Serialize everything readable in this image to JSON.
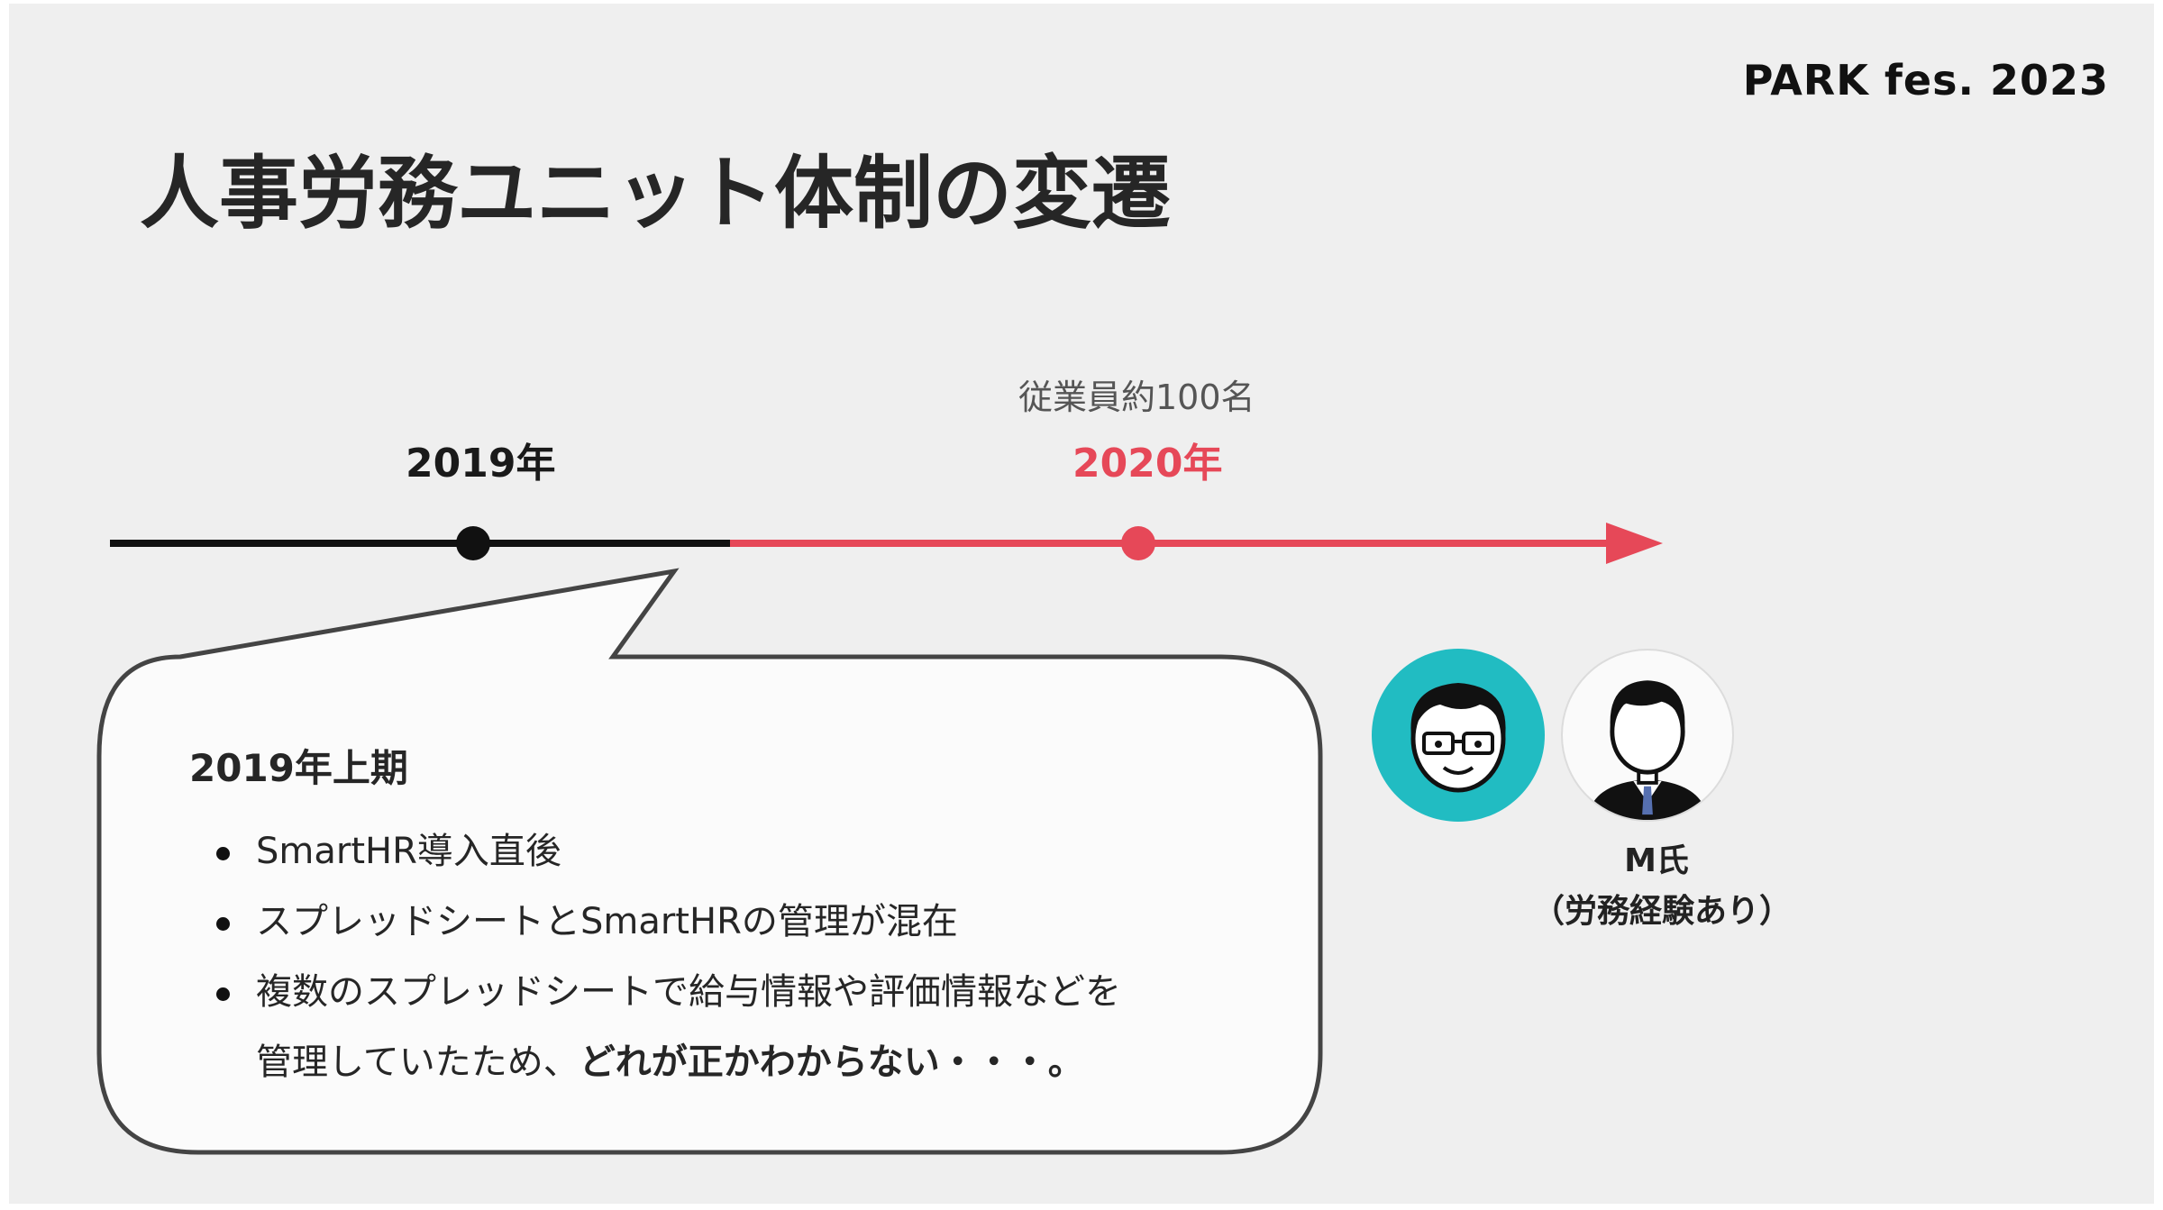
{
  "brand": "PARK fes. 2023",
  "title": "人事労務ユニット体制の変遷",
  "timeline": {
    "year_2019": "2019年",
    "year_2020": "2020年",
    "employees": "従業員約100名",
    "colors": {
      "past": "#111111",
      "present": "#e64858"
    }
  },
  "bubble": {
    "heading": "2019年上期",
    "bullets": [
      "SmartHR導入直後",
      "スプレッドシートとSmartHRの管理が混在",
      "複数のスプレッドシートで給与情報や評価情報などを"
    ],
    "last_line_plain": "管理していたため、",
    "last_line_bold": "どれが正かわからない・・・。"
  },
  "people": [
    {
      "icon": "glasses-man-avatar-icon",
      "bg": "#21bcc2"
    },
    {
      "icon": "suit-man-avatar-icon",
      "name": "M氏",
      "note": "（労務経験あり）"
    }
  ]
}
